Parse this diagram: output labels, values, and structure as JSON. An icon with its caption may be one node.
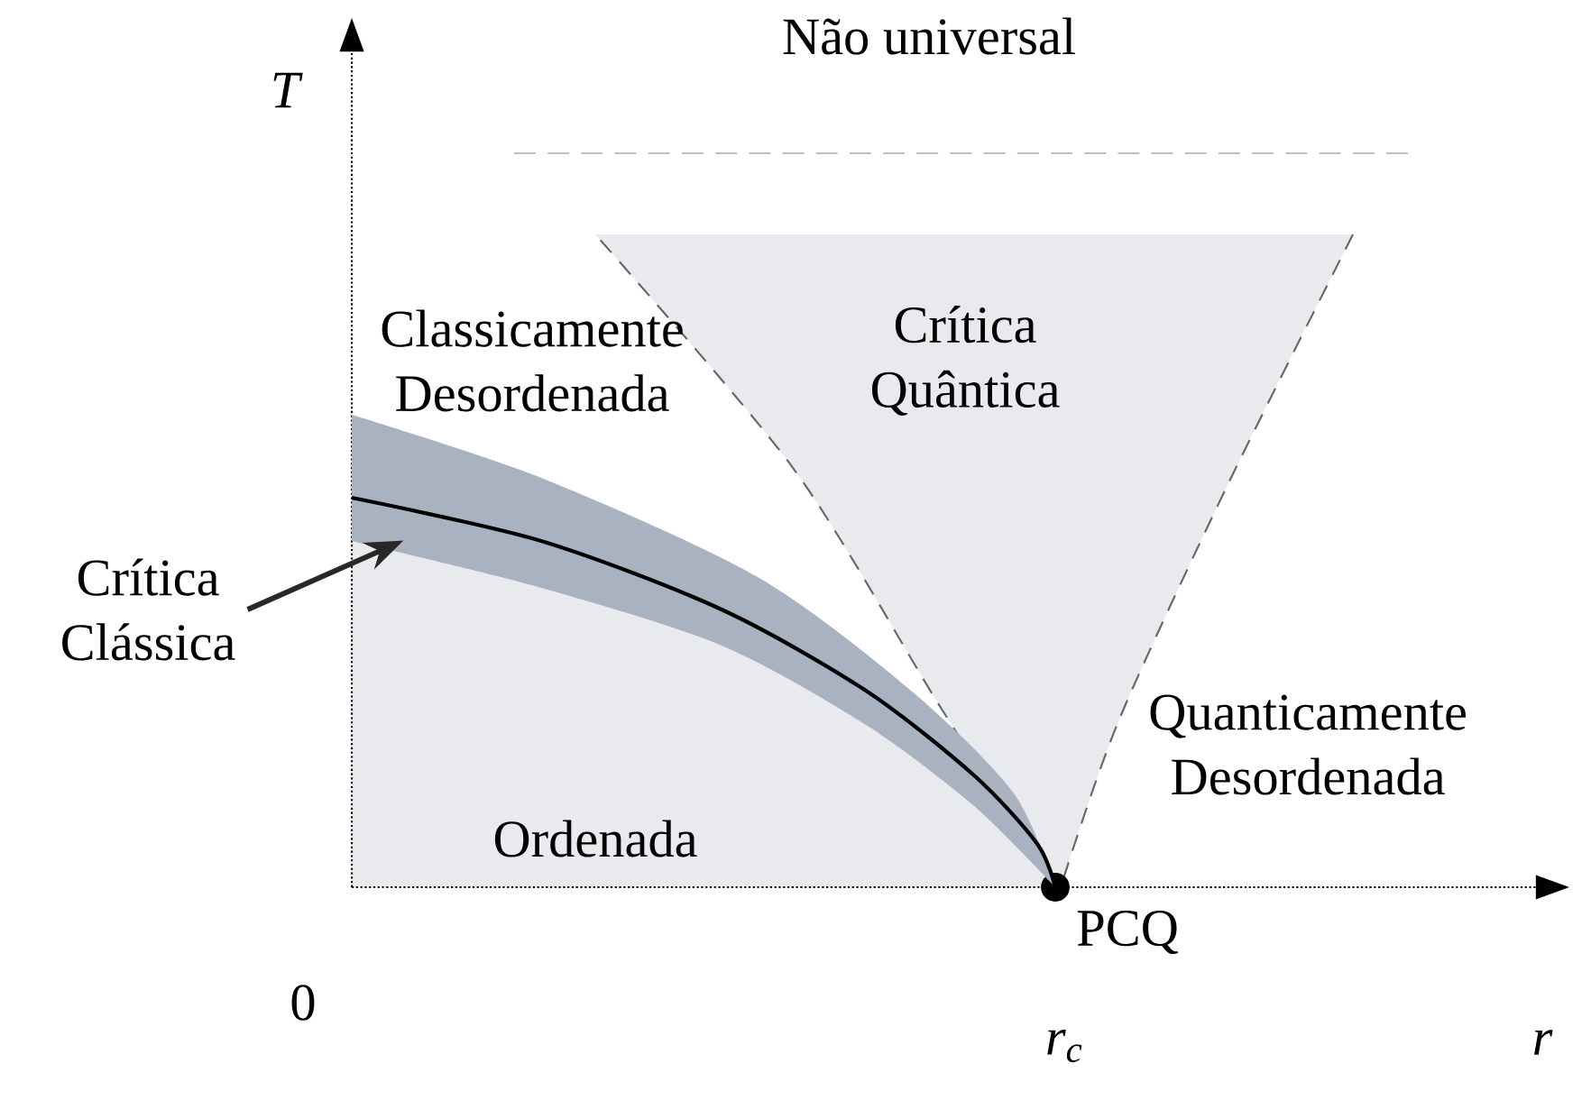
{
  "diagram": {
    "nodes": [
      {
        "text": [
          "Crítica Clássica"
        ]
      },
      {
        "text": [],
        "shape": "picture"
      }
    ],
    "edges": [
      {
        "from": 0,
        "to": 1,
        "arrow": "to"
      }
    ],
    "labels": [
      "T",
      "Não universal",
      "Classicamente Desordenada",
      "Crítica Quântica",
      "Ordenada",
      "Quanticamente Desordenada",
      "PCQ",
      "0",
      "r$_{c}$",
      "r"
    ]
  }
}
